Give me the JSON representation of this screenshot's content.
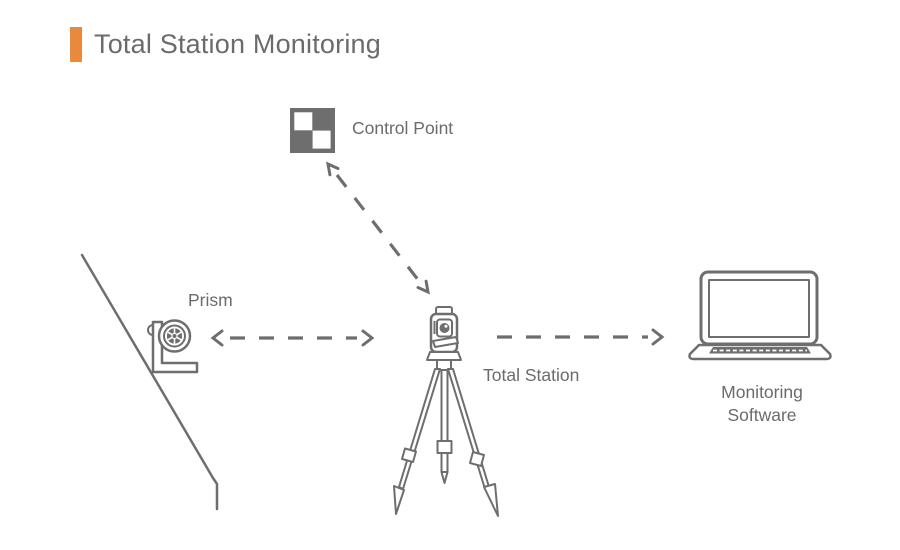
{
  "header": {
    "title": "Total Station Monitoring"
  },
  "colors": {
    "accent_orange": "#E8893C",
    "line_gray": "#6E6E6E",
    "text_gray": "#6B6B6B",
    "background": "#FFFFFF"
  },
  "nodes": {
    "control_point": {
      "label": "Control Point",
      "icon": "checkerboard-control-point-icon"
    },
    "prism": {
      "label": "Prism",
      "icon": "prism-on-bracket-icon"
    },
    "total_station": {
      "label": "Total Station",
      "icon": "total-station-on-tripod-icon"
    },
    "monitoring_software": {
      "label_line1": "Monitoring",
      "label_line2": "Software",
      "icon": "laptop-icon"
    }
  },
  "connections": [
    {
      "from": "Total Station",
      "to": "Control Point",
      "line_style": "dashed",
      "arrowheads": "both"
    },
    {
      "from": "Prism",
      "to": "Total Station",
      "line_style": "dashed",
      "arrowheads": "both"
    },
    {
      "from": "Total Station",
      "to": "Monitoring Software",
      "line_style": "dashed",
      "arrowheads": "end"
    }
  ]
}
